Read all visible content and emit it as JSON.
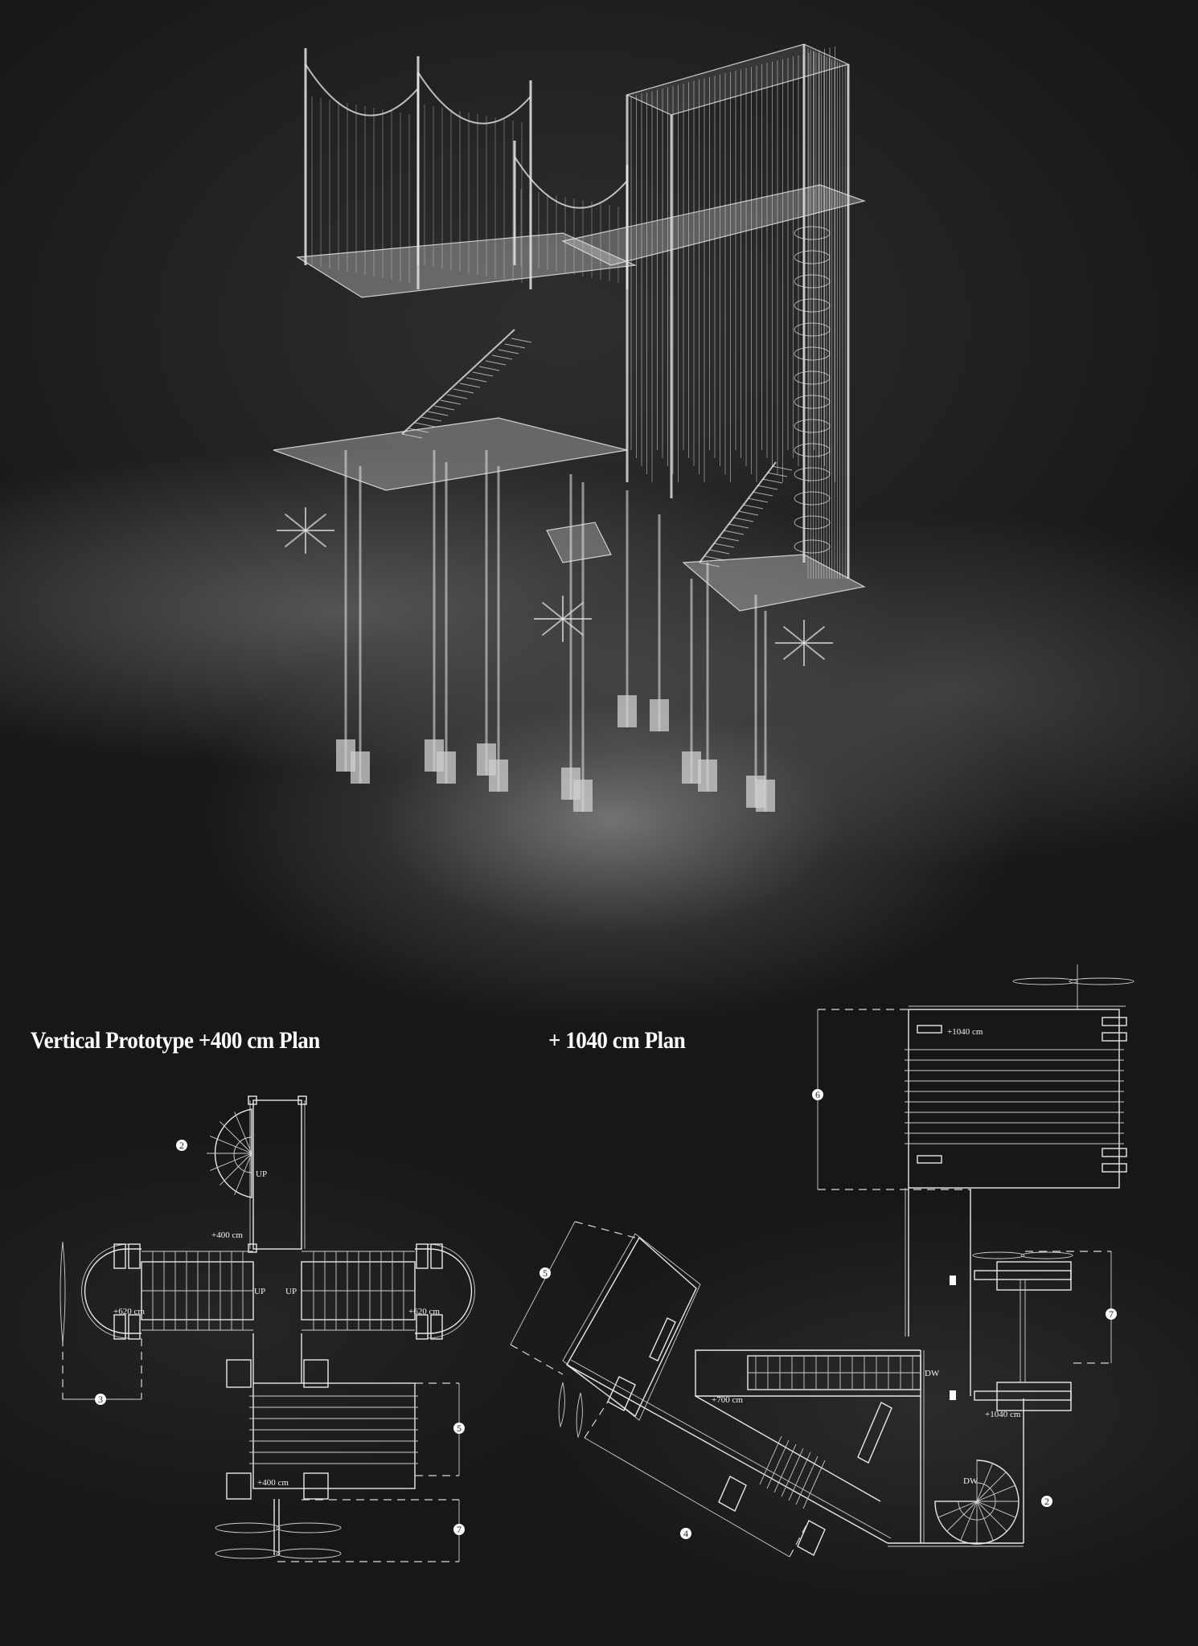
{
  "titles": {
    "left_plan": "Vertical Prototype +400 cm Plan",
    "right_plan": "+ 1040 cm Plan"
  },
  "left_plan": {
    "level_400_top": "+400 cm",
    "level_620_left": "+620 cm",
    "level_620_right": "+620 cm",
    "level_400_bottom": "+400 cm",
    "up_spiral": "UP",
    "up_left": "UP",
    "up_right": "UP",
    "markers": [
      "2",
      "3",
      "5",
      "7"
    ]
  },
  "right_plan": {
    "level_1040_top": "+1040 cm",
    "level_1040_side": "+1040 cm",
    "level_700": "+700 cm",
    "down_stair": "DW",
    "down_spiral": "DW",
    "markers": [
      "6",
      "7",
      "5",
      "4",
      "2"
    ]
  },
  "colors": {
    "background": "#171717",
    "linework": "#e8e8e8",
    "fog": "#bdbdbd"
  }
}
